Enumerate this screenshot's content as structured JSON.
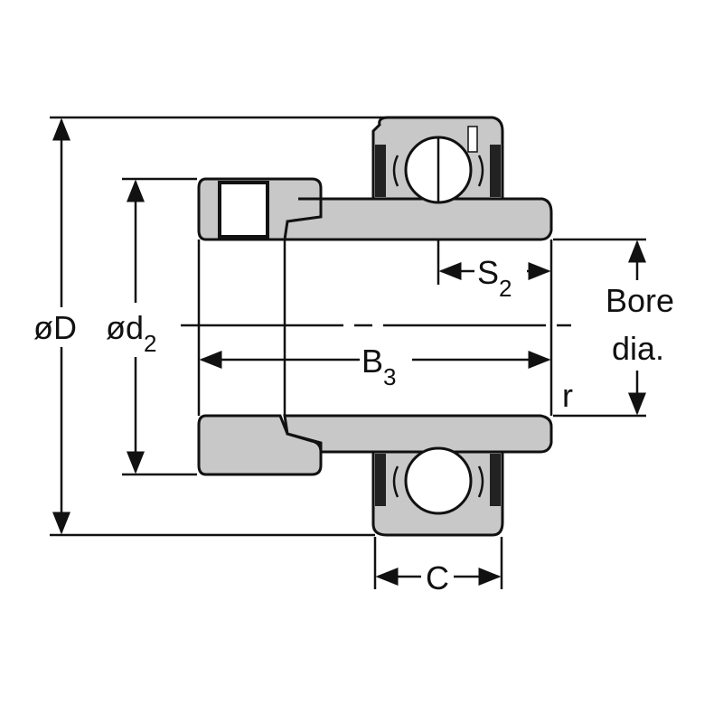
{
  "labels": {
    "outer_diameter": {
      "main": "øD"
    },
    "collar_diameter": {
      "main": "ød",
      "sub": "2"
    },
    "overall_width": {
      "main": "B",
      "sub": "3"
    },
    "set_screw_distance": {
      "main": "S",
      "sub": "2"
    },
    "bore": {
      "line1": "Bore",
      "line2": "dia."
    },
    "radius": {
      "main": "r"
    },
    "outer_ring_width": {
      "main": "C"
    }
  },
  "colors": {
    "part_fill": "#c8c8c8",
    "line": "#111111"
  }
}
